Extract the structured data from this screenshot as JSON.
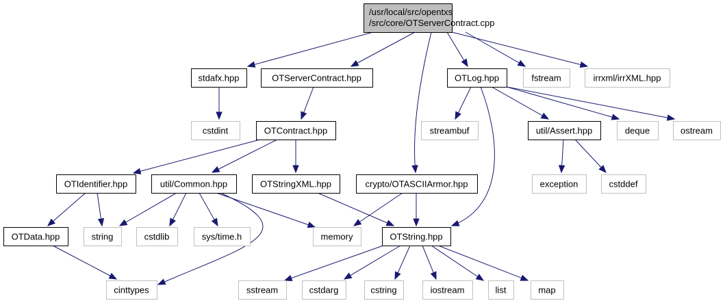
{
  "title": "Include dependency graph for OTServerContract.cpp",
  "colors": {
    "root_fill": "#bfbfbf",
    "root_border": "#000000",
    "documented_border": "#000000",
    "external_border": "#bfbfbf",
    "edge": "#191970"
  },
  "nodes": [
    {
      "id": "root",
      "label": [
        "/usr/local/src/opentxs",
        "/src/core/OTServerContract.cpp"
      ],
      "kind": "root"
    },
    {
      "id": "stdafx",
      "label": [
        "stdafx.hpp"
      ],
      "kind": "documented"
    },
    {
      "id": "otservercontract_hpp",
      "label": [
        "OTServerContract.hpp"
      ],
      "kind": "documented"
    },
    {
      "id": "otlog",
      "label": [
        "OTLog.hpp"
      ],
      "kind": "documented"
    },
    {
      "id": "fstream",
      "label": [
        "fstream"
      ],
      "kind": "external"
    },
    {
      "id": "irrxml",
      "label": [
        "irrxml/irrXML.hpp"
      ],
      "kind": "external"
    },
    {
      "id": "cstdint",
      "label": [
        "cstdint"
      ],
      "kind": "external"
    },
    {
      "id": "otcontract",
      "label": [
        "OTContract.hpp"
      ],
      "kind": "documented"
    },
    {
      "id": "streambuf",
      "label": [
        "streambuf"
      ],
      "kind": "external"
    },
    {
      "id": "assert",
      "label": [
        "util/Assert.hpp"
      ],
      "kind": "documented"
    },
    {
      "id": "deque",
      "label": [
        "deque"
      ],
      "kind": "external"
    },
    {
      "id": "ostream",
      "label": [
        "ostream"
      ],
      "kind": "external"
    },
    {
      "id": "exception",
      "label": [
        "exception"
      ],
      "kind": "external"
    },
    {
      "id": "cstddef",
      "label": [
        "cstddef"
      ],
      "kind": "external"
    },
    {
      "id": "otidentifier",
      "label": [
        "OTIdentifier.hpp"
      ],
      "kind": "documented"
    },
    {
      "id": "common",
      "label": [
        "util/Common.hpp"
      ],
      "kind": "documented"
    },
    {
      "id": "otstringxml",
      "label": [
        "OTStringXML.hpp"
      ],
      "kind": "documented"
    },
    {
      "id": "otasciiarmor",
      "label": [
        "crypto/OTASCIIArmor.hpp"
      ],
      "kind": "documented"
    },
    {
      "id": "otdata",
      "label": [
        "OTData.hpp"
      ],
      "kind": "documented"
    },
    {
      "id": "string",
      "label": [
        "string"
      ],
      "kind": "external"
    },
    {
      "id": "cstdlib",
      "label": [
        "cstdlib"
      ],
      "kind": "external"
    },
    {
      "id": "systime",
      "label": [
        "sys/time.h"
      ],
      "kind": "external"
    },
    {
      "id": "memory",
      "label": [
        "memory"
      ],
      "kind": "external"
    },
    {
      "id": "otstring",
      "label": [
        "OTString.hpp"
      ],
      "kind": "documented"
    },
    {
      "id": "cinttypes",
      "label": [
        "cinttypes"
      ],
      "kind": "external"
    },
    {
      "id": "sstream",
      "label": [
        "sstream"
      ],
      "kind": "external"
    },
    {
      "id": "cstdarg",
      "label": [
        "cstdarg"
      ],
      "kind": "external"
    },
    {
      "id": "cstring",
      "label": [
        "cstring"
      ],
      "kind": "external"
    },
    {
      "id": "iostream",
      "label": [
        "iostream"
      ],
      "kind": "external"
    },
    {
      "id": "list",
      "label": [
        "list"
      ],
      "kind": "external"
    },
    {
      "id": "map",
      "label": [
        "map"
      ],
      "kind": "external"
    }
  ],
  "edges": [
    {
      "from": "root",
      "to": "stdafx"
    },
    {
      "from": "root",
      "to": "otservercontract_hpp"
    },
    {
      "from": "root",
      "to": "otlog"
    },
    {
      "from": "root",
      "to": "fstream"
    },
    {
      "from": "root",
      "to": "irrxml"
    },
    {
      "from": "root",
      "to": "otasciiarmor"
    },
    {
      "from": "stdafx",
      "to": "cstdint"
    },
    {
      "from": "otservercontract_hpp",
      "to": "otcontract"
    },
    {
      "from": "otcontract",
      "to": "otidentifier"
    },
    {
      "from": "otcontract",
      "to": "common"
    },
    {
      "from": "otcontract",
      "to": "otstringxml"
    },
    {
      "from": "otlog",
      "to": "streambuf"
    },
    {
      "from": "otlog",
      "to": "assert"
    },
    {
      "from": "otlog",
      "to": "deque"
    },
    {
      "from": "otlog",
      "to": "ostream"
    },
    {
      "from": "otlog",
      "to": "otstring"
    },
    {
      "from": "assert",
      "to": "exception"
    },
    {
      "from": "assert",
      "to": "cstddef"
    },
    {
      "from": "otidentifier",
      "to": "otdata"
    },
    {
      "from": "otidentifier",
      "to": "string"
    },
    {
      "from": "common",
      "to": "string"
    },
    {
      "from": "common",
      "to": "cstdlib"
    },
    {
      "from": "common",
      "to": "systime"
    },
    {
      "from": "common",
      "to": "memory"
    },
    {
      "from": "common",
      "to": "cinttypes"
    },
    {
      "from": "otstringxml",
      "to": "otstring"
    },
    {
      "from": "otasciiarmor",
      "to": "memory"
    },
    {
      "from": "otasciiarmor",
      "to": "otstring"
    },
    {
      "from": "otdata",
      "to": "cinttypes"
    },
    {
      "from": "otstring",
      "to": "sstream"
    },
    {
      "from": "otstring",
      "to": "cstdarg"
    },
    {
      "from": "otstring",
      "to": "cstring"
    },
    {
      "from": "otstring",
      "to": "iostream"
    },
    {
      "from": "otstring",
      "to": "list"
    },
    {
      "from": "otstring",
      "to": "map"
    }
  ]
}
